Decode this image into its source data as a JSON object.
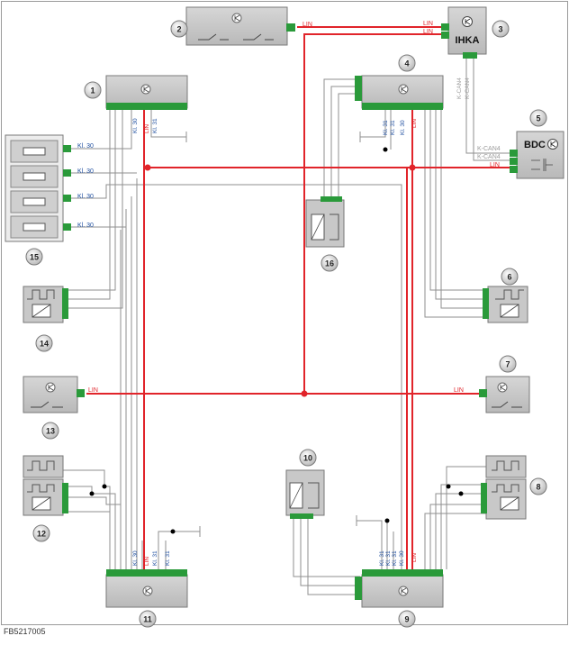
{
  "figure_id": "FB5217005",
  "signals": {
    "lin": "LIN",
    "kl30": "Kl. 30",
    "kl31": "Kl. 31",
    "kcan4": "K-CAN4"
  },
  "modules": {
    "ihka": "IHKA",
    "bdc": "BDC"
  },
  "callouts": [
    "1",
    "2",
    "3",
    "4",
    "5",
    "6",
    "7",
    "8",
    "9",
    "10",
    "11",
    "12",
    "13",
    "14",
    "15",
    "16"
  ],
  "colors": {
    "lin": "#e1242a",
    "bus": "#9a9a9a",
    "label_blue": "#1f4fa0",
    "module_fill": "#c8c8c8",
    "connector": "#2a9a3a"
  }
}
